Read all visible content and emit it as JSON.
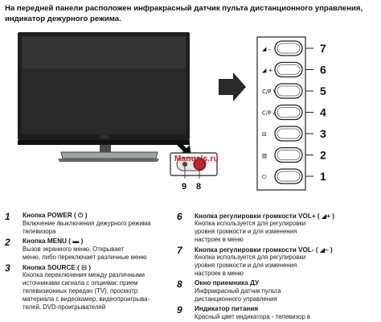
{
  "intro": "На передней панели расположен инфракрасный датчик пульта дистанционного управления, индикатор дежурного режима.",
  "sensor_callouts": [
    "9",
    "8"
  ],
  "watermark": "Manuals.ru",
  "panel": {
    "buttons": [
      {
        "num": "7",
        "label": "◢ –",
        "icon": "vol-down-icon"
      },
      {
        "num": "6",
        "label": "◢ +",
        "icon": "vol-up-icon"
      },
      {
        "num": "5",
        "label": "C/P V",
        "icon": "ch-down-icon"
      },
      {
        "num": "4",
        "label": "C/P Λ",
        "icon": "ch-up-icon"
      },
      {
        "num": "3",
        "label": "⊟",
        "icon": "source-icon"
      },
      {
        "num": "2",
        "label": "▥",
        "icon": "menu-icon"
      },
      {
        "num": "1",
        "label": "⏻",
        "icon": "power-icon"
      }
    ]
  },
  "items": [
    {
      "num": "1",
      "title": "Кнопка POWER ( ⏻ )",
      "desc": "Включение /выключения дежурного режима\nтелевизора"
    },
    {
      "num": "2",
      "title": "Кнопка MENU ( ▬ )",
      "desc": "Вызов экранного меню. Открывает\nменю, либо переключает различные меню"
    },
    {
      "num": "3",
      "title": "Кнопка SOURCE ( ⊟ )",
      "desc": "Кнопка переключения между различными\nисточниками сигнала с опциями: прием\nтелевизионных передач (TV), просмотр\nматериала с видеокамер, видеопроигрыва-\nтелей, DVD-проигрывателей"
    },
    {
      "num": "6",
      "title": "Кнопка регулировки громкости VOL+ ( ◢+ )",
      "desc": "Кнопка используется для регулировки\nуровня громкости и для изменения\nнастроек в меню"
    },
    {
      "num": "7",
      "title": "Кнопка регулировки громкости VOL- ( ◢– )",
      "desc": "Кнопка используется для регулировки\nуровня громкости и для изменения\nнастроек в меню"
    },
    {
      "num": "8",
      "title": "Окно приемника ДУ",
      "desc": "Инфракрасный датчик пульта\nдистанционного управления"
    },
    {
      "num": "9",
      "title": "Индикатор питания",
      "desc": "Красный цвет индикатора - телевизор в"
    }
  ],
  "colors": {
    "led": "#c0262b",
    "panel_border": "#222222"
  }
}
